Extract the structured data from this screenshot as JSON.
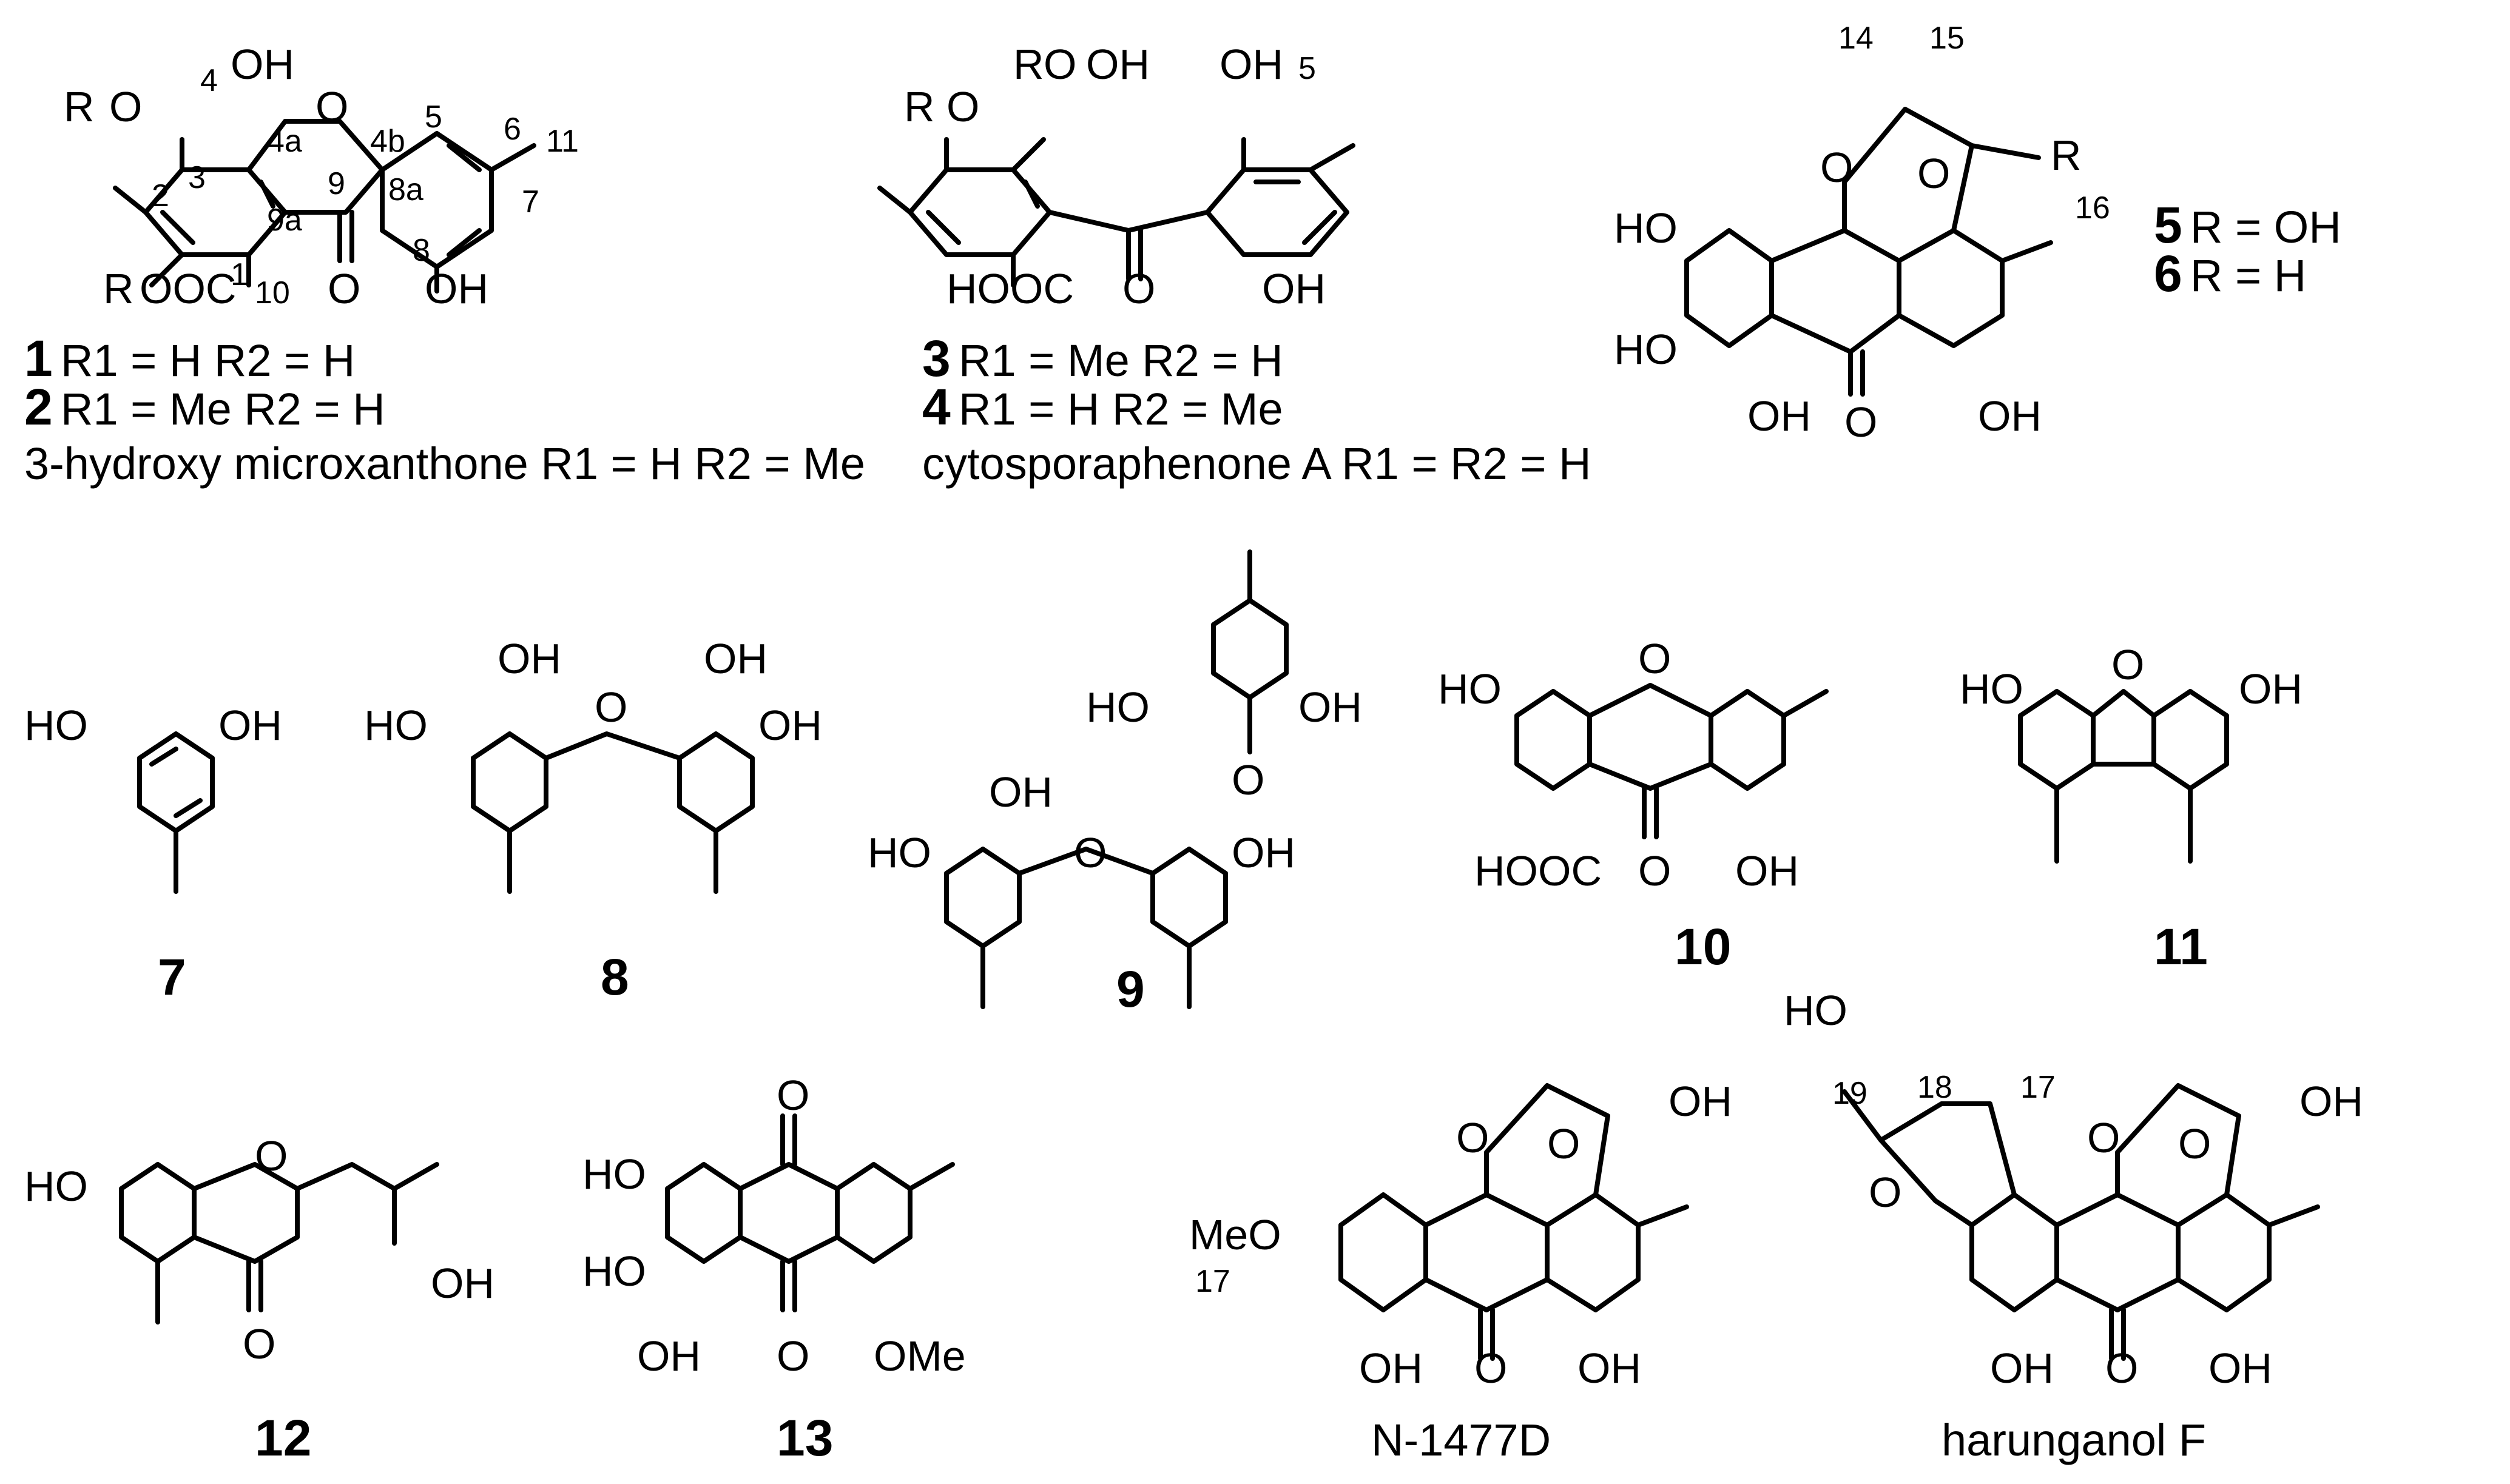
{
  "figure": {
    "background": "#ffffff",
    "ink": "#000000",
    "compounds": [
      {
        "id": "c1-2",
        "legends": [
          {
            "cid": "1",
            "text": "R1 = H    R2 = H"
          },
          {
            "cid": "2",
            "text": "R1 = Me  R2 = H"
          },
          {
            "cid": "",
            "text": "3-hydroxy microxanthone R1 = H  R2 = Me"
          }
        ]
      },
      {
        "id": "c3-4",
        "legends": [
          {
            "cid": "3",
            "text": "R1 = Me R2 = H"
          },
          {
            "cid": "4",
            "text": "R1 = H   R2 = Me"
          },
          {
            "cid": "",
            "text": "cytosporaphenone A R1 = R2 = H"
          }
        ]
      },
      {
        "id": "c5-6",
        "legends": [
          {
            "cid": "5",
            "text": "R = OH"
          },
          {
            "cid": "6",
            "text": "R = H"
          }
        ]
      },
      {
        "id": "c7",
        "label": "7"
      },
      {
        "id": "c8",
        "label": "8"
      },
      {
        "id": "c9",
        "label": "9"
      },
      {
        "id": "c10",
        "label": "10"
      },
      {
        "id": "c11",
        "label": "11"
      },
      {
        "id": "c12",
        "label": "12"
      },
      {
        "id": "c13",
        "label": "13"
      },
      {
        "id": "n1477d",
        "label": "N-1477D"
      },
      {
        "id": "harunganol",
        "label": "harunganol F"
      }
    ]
  }
}
